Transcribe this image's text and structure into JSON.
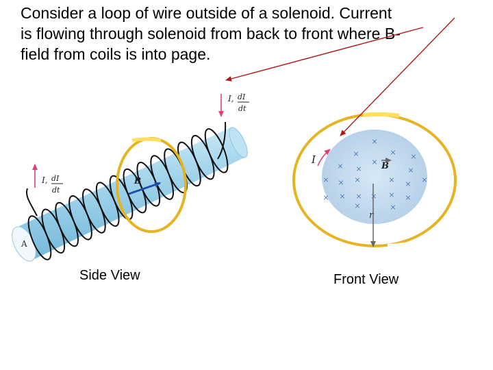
{
  "description_lines": [
    "Consider a loop of wire outside of a solenoid.  Current",
    "is flowing through solenoid from back to front where  B-",
    "field from coils is into page."
  ],
  "side_view": {
    "caption": "Side View",
    "end_label": "A",
    "field_label": "B",
    "current_label_left": "I,",
    "current_label_top": "I,",
    "dI_top": "dI",
    "dt_bottom": "dt"
  },
  "front_view": {
    "caption": "Front View",
    "current_label": "I",
    "field_label": "B",
    "radius_label": "r",
    "x_marker": "×"
  },
  "colors": {
    "solenoid": "#a8d8ee",
    "loop": "#e6b422",
    "arrow_red": "#b01818",
    "current_arrow": "#e0407a",
    "field_arrow": "#1f4ea8",
    "x_marker": "#4a7ab8"
  }
}
